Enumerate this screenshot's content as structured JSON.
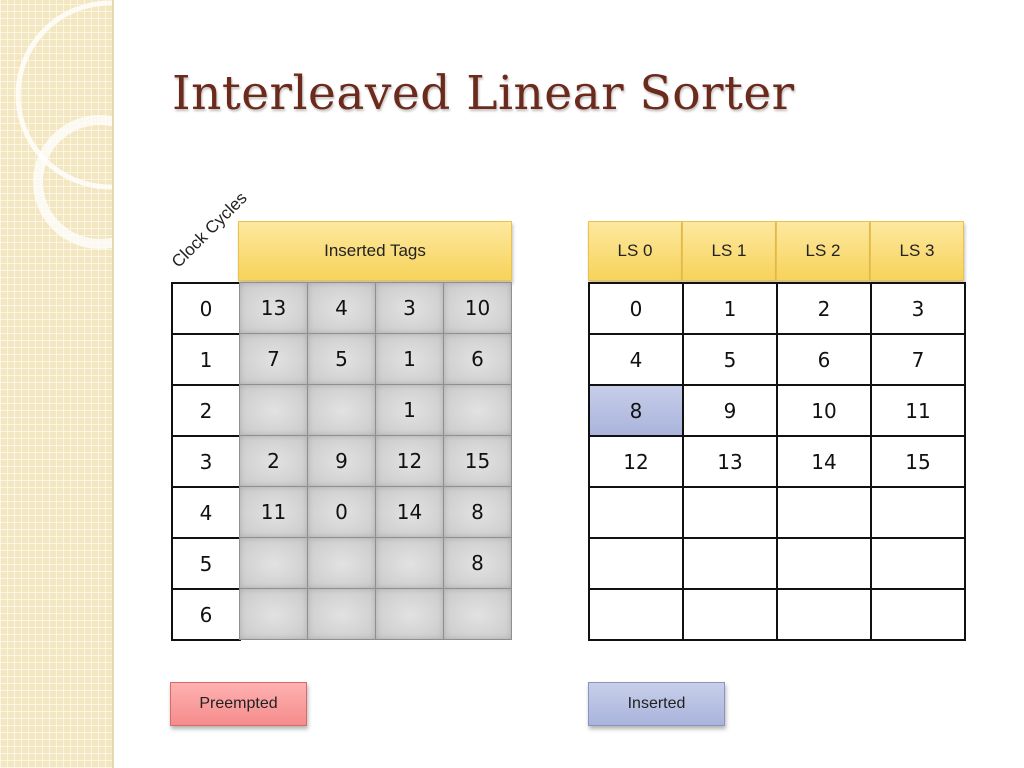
{
  "title": "Interleaved Linear Sorter",
  "clock_cycles_label": "Clock Cycles",
  "inserted_tags_header": "Inserted Tags",
  "cycles": [
    "0",
    "1",
    "2",
    "3",
    "4",
    "5",
    "6"
  ],
  "inserted_tags": [
    [
      "13",
      "4",
      "3",
      "10"
    ],
    [
      "7",
      "5",
      "1",
      "6"
    ],
    [
      "",
      "",
      "1",
      ""
    ],
    [
      "2",
      "9",
      "12",
      "15"
    ],
    [
      "11",
      "0",
      "14",
      "8"
    ],
    [
      "",
      "",
      "",
      "8"
    ],
    [
      "",
      "",
      "",
      ""
    ]
  ],
  "ls_headers": [
    "LS 0",
    "LS 1",
    "LS 2",
    "LS 3"
  ],
  "ls_grid": [
    [
      "0",
      "1",
      "2",
      "3"
    ],
    [
      "4",
      "5",
      "6",
      "7"
    ],
    [
      "8",
      "9",
      "10",
      "11"
    ],
    [
      "12",
      "13",
      "14",
      "15"
    ],
    [
      "",
      "",
      "",
      ""
    ],
    [
      "",
      "",
      "",
      ""
    ],
    [
      "",
      "",
      "",
      ""
    ]
  ],
  "highlighted_cell": "8",
  "colors": {
    "title": "#6b2a1c",
    "header_yellow": "#f7d35a",
    "preempted": "#f58c8c",
    "inserted": "#aab4dc",
    "tag_gray": "#c9c9c9"
  },
  "legend": {
    "preempted_label": "Preempted",
    "inserted_label": "Inserted"
  }
}
